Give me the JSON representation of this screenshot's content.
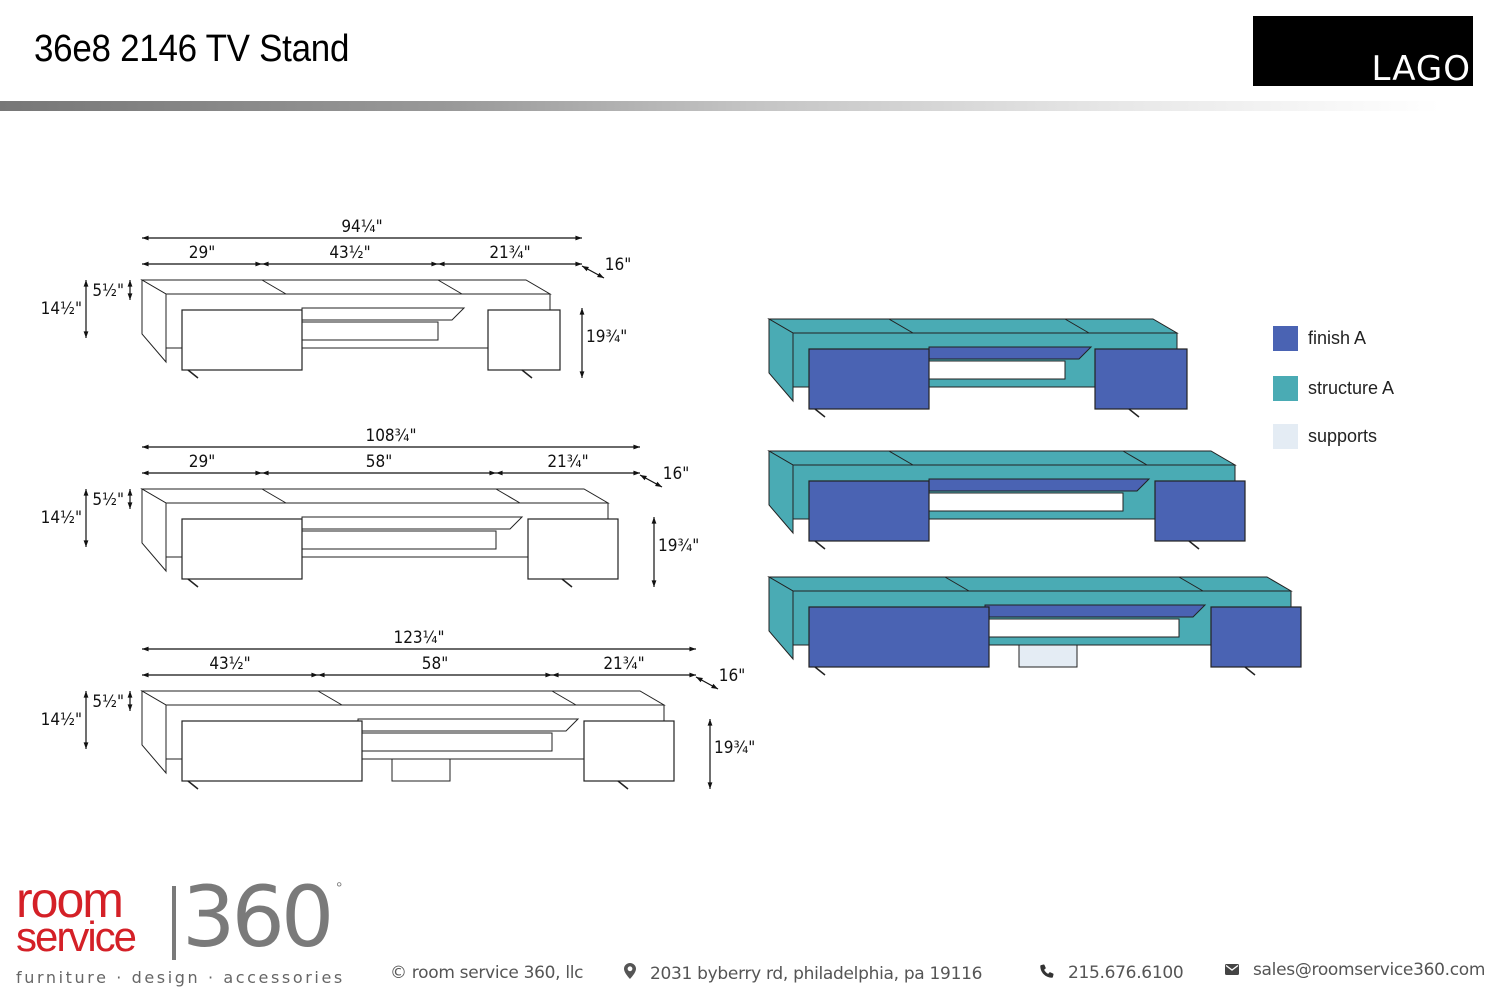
{
  "header": {
    "title": "36e8 2146 TV Stand",
    "brand_logo_text": "LAGO"
  },
  "diagrams": [
    {
      "name": "config-1",
      "total_width": "94¼\"",
      "segments": [
        "29\"",
        "43½\"",
        "21¾\""
      ],
      "depth": "16\"",
      "top_height": "5½\"",
      "body_height": "14½\"",
      "overall_height": "19¾\"",
      "center_support": false
    },
    {
      "name": "config-2",
      "total_width": "108¾\"",
      "segments": [
        "29\"",
        "58\"",
        "21¾\""
      ],
      "depth": "16\"",
      "top_height": "5½\"",
      "body_height": "14½\"",
      "overall_height": "19¾\"",
      "center_support": false
    },
    {
      "name": "config-3",
      "total_width": "123¼\"",
      "segments": [
        "43½\"",
        "58\"",
        "21¾\""
      ],
      "depth": "16\"",
      "top_height": "5½\"",
      "body_height": "14½\"",
      "overall_height": "19¾\"",
      "center_support": true
    }
  ],
  "legend": {
    "items": [
      {
        "label": "finish A",
        "color": "#4a63b3"
      },
      {
        "label": "structure A",
        "color": "#4aabb4"
      },
      {
        "label": "supports",
        "color": "#e4ecf4"
      }
    ]
  },
  "colors": {
    "finish": "#4a63b3",
    "structure": "#4aabb4",
    "supports": "#e4ecf4",
    "brand_red": "#d42027",
    "brand_gray": "#7a7a7a"
  },
  "footer": {
    "brand_line1": "room",
    "brand_line2": "service",
    "brand_number": "360",
    "brand_degree": "°",
    "brand_tagline": "furniture · design · accessories",
    "copyright": "© room service 360, llc",
    "address": "2031 byberry rd, philadelphia, pa 19116",
    "phone": "215.676.6100",
    "email": "sales@roomservice360.com"
  }
}
